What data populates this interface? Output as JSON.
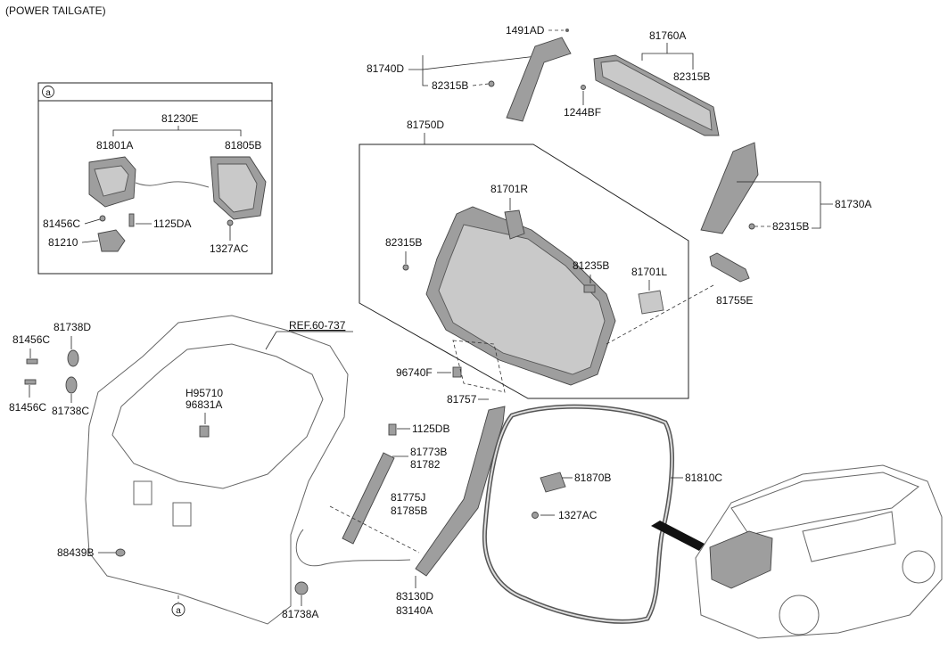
{
  "header": {
    "title": "(POWER TAILGATE)"
  },
  "detail_box": {
    "marker": "a"
  },
  "ref_label": "REF.60-737",
  "callout_marker": "a",
  "labels": {
    "p1491AD": "1491AD",
    "p81760A": "81760A",
    "p81740D": "81740D",
    "p82315B_top": "82315B",
    "p82315B_topright": "82315B",
    "p1244BF": "1244BF",
    "p81750D": "81750D",
    "p81230E": "81230E",
    "p81801A": "81801A",
    "p81805B": "81805B",
    "p81456C_box": "81456C",
    "p1125DA": "1125DA",
    "p81210": "81210",
    "p1327AC_box": "1327AC",
    "p81701R": "81701R",
    "p81730A": "81730A",
    "p82315B_left": "82315B",
    "p82315B_right": "82315B",
    "p81235B": "81235B",
    "p81701L": "81701L",
    "p81755E": "81755E",
    "p81738D": "81738D",
    "p81456C_a": "81456C",
    "p81456C_b": "81456C",
    "p81738C": "81738C",
    "pH95710": "H95710",
    "p96831A": "96831A",
    "p96740F": "96740F",
    "p81757": "81757",
    "p1125DB": "1125DB",
    "p81773B": "81773B",
    "p81782": "81782",
    "p81775J": "81775J",
    "p81785B": "81785B",
    "p81870B": "81870B",
    "p81810C": "81810C",
    "p1327AC": "1327AC",
    "p88439B": "88439B",
    "p83130D": "83130D",
    "p83140A": "83140A",
    "p81738A": "81738A"
  }
}
